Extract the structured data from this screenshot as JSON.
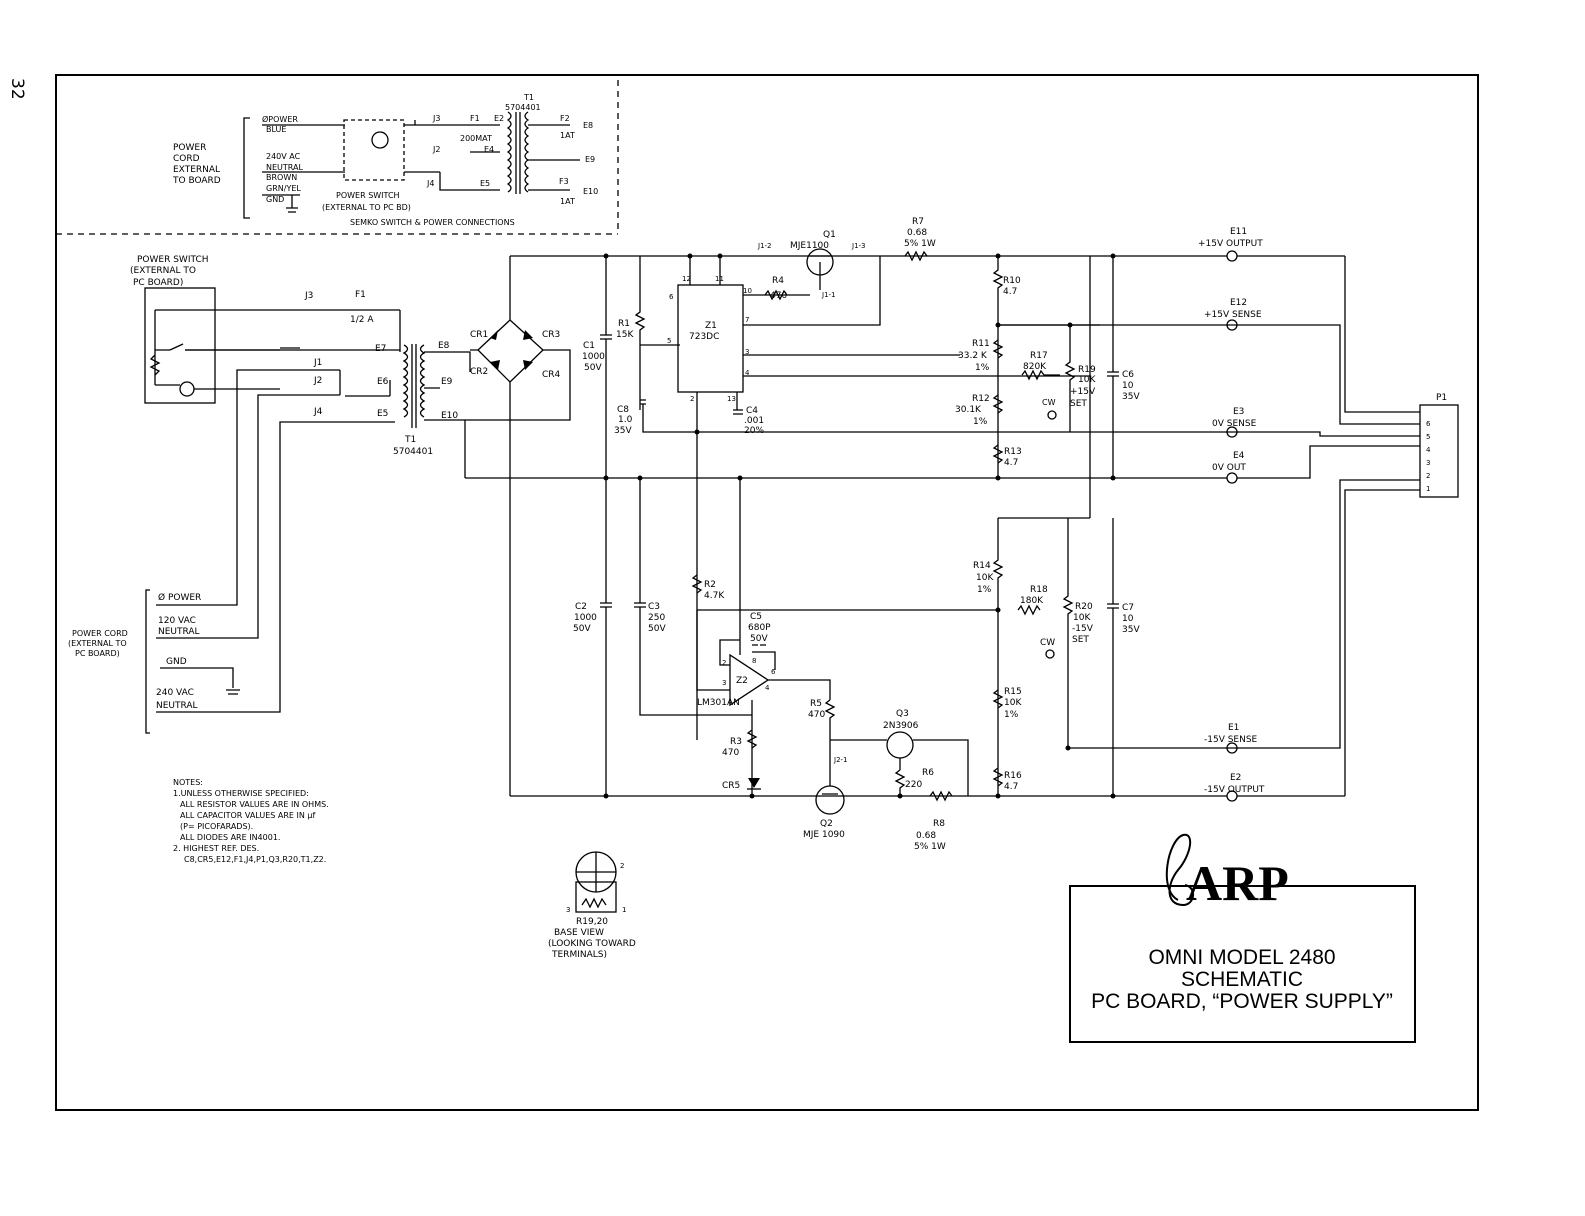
{
  "page_number": "32",
  "title_block": {
    "logo": "ARP",
    "line1": "OMNI MODEL 2480",
    "line2": "SCHEMATIC",
    "line3": "PC BOARD, “POWER SUPPLY”"
  },
  "semko": {
    "caption": "SEMKO SWITCH & POWER CONNECTIONS",
    "cord_label": [
      "POWER",
      "CORD",
      "EXTERNAL",
      "TO BOARD"
    ],
    "wires": [
      "ØPOWER",
      "BLUE",
      "240V AC",
      "NEUTRAL",
      "BROWN",
      "GRN/YEL",
      "GND"
    ],
    "switch_label": [
      "POWER SWITCH",
      "(EXTERNAL TO PC BD)"
    ],
    "labels": [
      "T1",
      "5704401",
      "F1",
      "E2",
      "F2",
      "200MAT",
      "1AT",
      "E4",
      "E5",
      "F3",
      "1AT",
      "E8",
      "E9",
      "E10",
      "J3",
      "J2",
      "J4"
    ]
  },
  "power_switch": [
    "POWER SWITCH",
    "(EXTERNAL TO",
    "PC BOARD)"
  ],
  "power_cord": {
    "label": [
      "POWER CORD",
      "(EXTERNAL TO",
      "PC BOARD)"
    ],
    "wires": [
      "Ø POWER",
      "120 VAC",
      "NEUTRAL",
      "GND",
      "240 VAC",
      "NEUTRAL"
    ]
  },
  "transformer": {
    "ref": "T1",
    "part": "5704401",
    "taps": [
      "E7",
      "E6",
      "E5",
      "E8",
      "E9",
      "E10"
    ]
  },
  "connectors": [
    "J3",
    "J1",
    "J2",
    "J4"
  ],
  "fuse": {
    "ref": "F1",
    "value": "1/2 A"
  },
  "bridge": {
    "diodes": [
      "CR1",
      "CR2",
      "CR3",
      "CR4"
    ]
  },
  "components": {
    "C1": [
      "C1",
      "1000",
      "50V"
    ],
    "R1": [
      "R1",
      "15K"
    ],
    "C8": [
      "C8",
      "1.0",
      "35V"
    ],
    "Z1": [
      "Z1",
      "723DC"
    ],
    "R4": [
      "R4",
      "470"
    ],
    "C4": [
      "C4",
      ".001",
      "20%"
    ],
    "Q1": [
      "Q1",
      "MJE1100"
    ],
    "R7": [
      "R7",
      "0.68",
      "5% 1W"
    ],
    "R10": [
      "R10",
      "4.7"
    ],
    "R11": [
      "R11",
      "33.2 K",
      "1%"
    ],
    "R12": [
      "R12",
      "30.1K",
      "1%"
    ],
    "R17": [
      "R17",
      "820K"
    ],
    "R19": [
      "R19",
      "10K",
      "+15V",
      "SET"
    ],
    "C6": [
      "C6",
      "10",
      "35V"
    ],
    "R13": [
      "R13",
      "4.7"
    ],
    "R14": [
      "R14",
      "10K",
      "1%"
    ],
    "R18": [
      "R18",
      "180K"
    ],
    "R20": [
      "R20",
      "10K",
      "-15V",
      "SET"
    ],
    "C7": [
      "C7",
      "10",
      "35V"
    ],
    "R15": [
      "R15",
      "10K",
      "1%"
    ],
    "R16": [
      "R16",
      "4.7"
    ],
    "C2": [
      "C2",
      "1000",
      "50V"
    ],
    "C3": [
      "C3",
      "250",
      "50V"
    ],
    "R2": [
      "R2",
      "4.7K"
    ],
    "C5": [
      "C5",
      "680P",
      "50V"
    ],
    "Z2": [
      "Z2",
      "LM301AN"
    ],
    "R3": [
      "R3",
      "470"
    ],
    "CR5": [
      "CR5"
    ],
    "R5": [
      "R5",
      "470"
    ],
    "Q3": [
      "Q3",
      "2N3906"
    ],
    "Q2": [
      "Q2",
      "MJE 1090"
    ],
    "R6": [
      "R6",
      "220"
    ],
    "R8": [
      "R8",
      "0.68",
      "5% 1W"
    ],
    "CW": [
      "CW"
    ]
  },
  "outputs": {
    "E11": [
      "E11",
      "+15V OUTPUT"
    ],
    "E12": [
      "E12",
      "+15V SENSE"
    ],
    "E3": [
      "E3",
      "0V SENSE"
    ],
    "E4": [
      "E4",
      "0V OUT"
    ],
    "E1": [
      "E1",
      "-15V SENSE"
    ],
    "E2": [
      "E2",
      "-15V OUTPUT"
    ],
    "P1": [
      "P1",
      "6",
      "5",
      "4",
      "3",
      "2",
      "1"
    ]
  },
  "notes": [
    "NOTES:",
    "1.UNLESS OTHERWISE SPECIFIED:",
    "ALL RESISTOR VALUES ARE IN OHMS.",
    "ALL CAPACITOR VALUES ARE IN µf",
    "(P= PICOFARADS).",
    "ALL DIODES ARE IN4001.",
    "2. HIGHEST REF. DES.",
    "C8,CR5,E12,F1,J4,P1,Q3,R20,T1,Z2."
  ],
  "base_view": [
    "R19,20",
    "BASE VIEW",
    "(LOOKING TOWARD",
    "TERMINALS)"
  ]
}
